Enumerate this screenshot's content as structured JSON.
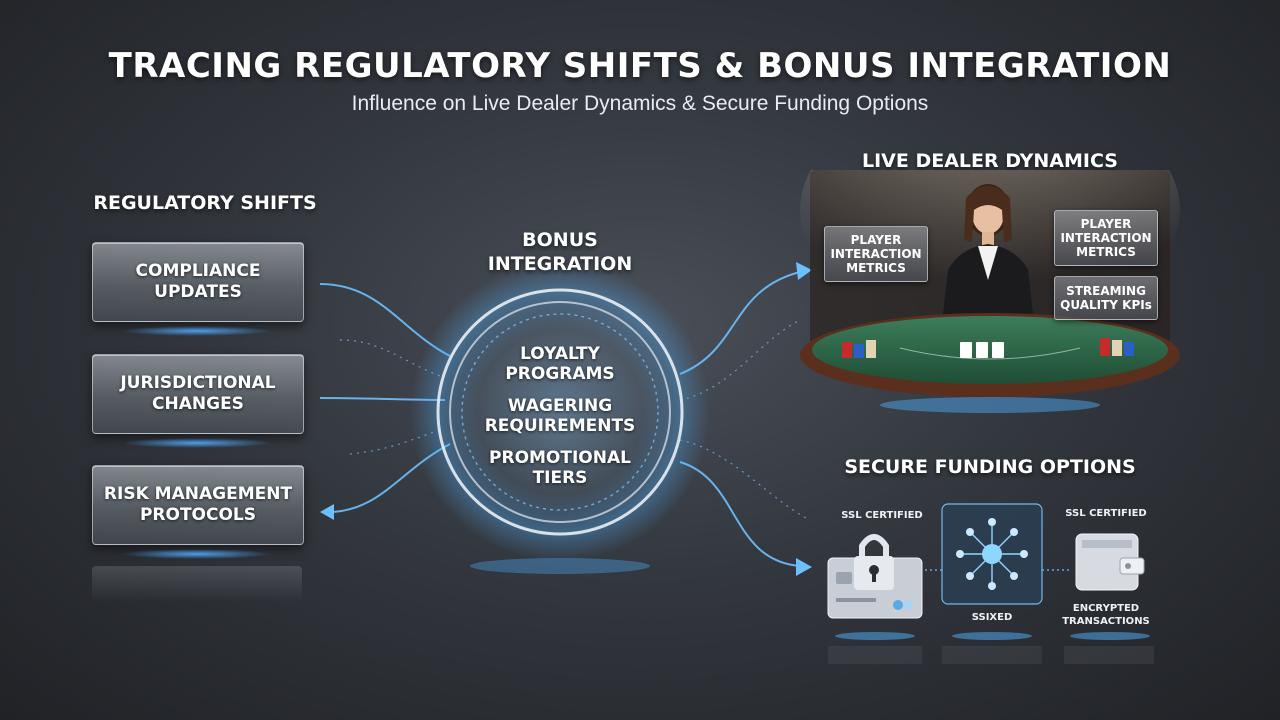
{
  "header": {
    "title": "TRACING REGULATORY SHIFTS & BONUS INTEGRATION",
    "subtitle": "Influence on Live Dealer Dynamics & Secure Funding Options"
  },
  "regulatory": {
    "heading": "REGULATORY SHIFTS",
    "boxes": [
      "COMPLIANCE\nUPDATES",
      "JURISDICTIONAL\nCHANGES",
      "RISK MANAGEMENT\nPROTOCOLS"
    ]
  },
  "bonus": {
    "heading": "BONUS\nINTEGRATION",
    "items": [
      "LOYALTY\nPROGRAMS",
      "WAGERING\nREQUIREMENTS",
      "PROMOTIONAL\nTIERS"
    ]
  },
  "live_dealer": {
    "heading": "LIVE DEALER DYNAMICS",
    "tags": [
      "PLAYER\nINTERACTION\nMETRICS",
      "PLAYER\nINTERACTION\nMETRICS",
      "STREAMING\nQUALITY KPIs"
    ]
  },
  "funding": {
    "heading": "SECURE FUNDING OPTIONS",
    "labels": [
      "SSL CERTIFIED",
      "SSL CERTIFIED",
      "SSIXED",
      "ENCRYPTED\nTRANSACTIONS"
    ]
  },
  "colors": {
    "accent": "#4fb2ff",
    "table_felt": "#2f6b4c",
    "table_rim": "#6b3a26"
  }
}
